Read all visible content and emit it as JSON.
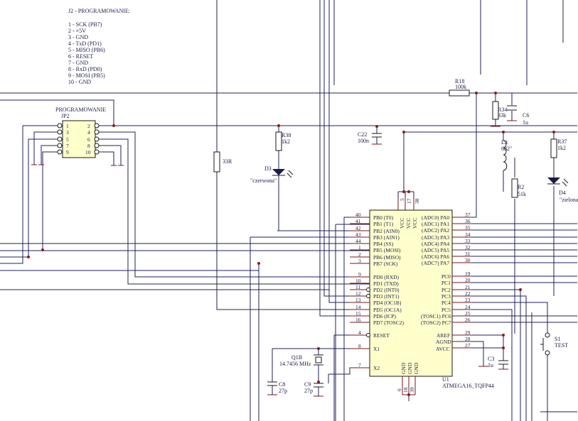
{
  "notes": {
    "title": "J2 - PROGRAMOWANIE:",
    "lines": [
      "1 - SCK (PB7)",
      "2 - +5V",
      "3 - GND",
      "4 - TxD (PD1)",
      "5 - MISO (PB6)",
      "6 - RESET",
      "7 - GND",
      "8 - RxD (PD0)",
      "9 - MOSI (PB5)",
      "10 - GND"
    ]
  },
  "connector": {
    "title": "PROGRAMOWANIE",
    "ref": "JP2",
    "pins_left": [
      "1",
      "3",
      "5",
      "7",
      "9"
    ],
    "pins_right": [
      "2",
      "4",
      "6",
      "8",
      "10"
    ]
  },
  "components": {
    "r18": {
      "ref": "R18",
      "value": "100k"
    },
    "r34": {
      "ref": "R34",
      "value": "33k"
    },
    "c6": {
      "ref": "C6",
      "value": "1u"
    },
    "c22": {
      "ref": "C22",
      "value": "100n"
    },
    "r38": {
      "ref": "R38",
      "value": "1k2"
    },
    "r33": {
      "ref": "33R"
    },
    "d3": {
      "ref": "D3",
      "value": "\"czerwona\""
    },
    "l3": {
      "ref": "L3",
      "value": "682\""
    },
    "r2": {
      "ref": "R2",
      "value": "51k"
    },
    "r37": {
      "ref": "R37",
      "value": "1k2"
    },
    "d4": {
      "ref": "D4",
      "value": "\"zielona"
    },
    "q1b": {
      "ref": "Q1B",
      "value": "14.7456 MHz"
    },
    "c8": {
      "ref": "C8",
      "value": "27p"
    },
    "c9": {
      "ref": "C9",
      "value": "27p"
    },
    "c3": {
      "ref": "C3",
      "value": "1u"
    },
    "s1": {
      "ref": "S1",
      "value": "TEST"
    }
  },
  "mcu": {
    "ref": "U1",
    "part": "ATMEGA16_TQFP44",
    "vcc_pins": [
      "5",
      "17",
      "38"
    ],
    "vcc_labels": [
      "VCC",
      "VCC",
      "VCC"
    ],
    "gnd_pins": [
      "6",
      "18",
      "39"
    ],
    "gnd_labels": [
      "GND",
      "GND",
      "GND"
    ],
    "left_port_b": [
      {
        "num": "40",
        "name": "PB0 (T0)"
      },
      {
        "num": "41",
        "name": "PB1 (T1)"
      },
      {
        "num": "42",
        "name": "PB2 (AIN0)"
      },
      {
        "num": "43",
        "name": "PB3 (AIN1)"
      },
      {
        "num": "44",
        "name": "PB4 (SS)"
      },
      {
        "num": "1",
        "name": "PB5 (MOSI)"
      },
      {
        "num": "2",
        "name": "PB6 (MISO)"
      },
      {
        "num": "3",
        "name": "PB7 (SCK)"
      }
    ],
    "left_port_d": [
      {
        "num": "9",
        "name": "PD0 (RXD)"
      },
      {
        "num": "10",
        "name": "PD1 (TXD)"
      },
      {
        "num": "11",
        "name": "PD2 (INT0)"
      },
      {
        "num": "12",
        "name": "PD3 (INT1)"
      },
      {
        "num": "13",
        "name": "PD4 (OC1B)"
      },
      {
        "num": "14",
        "name": "PD5 (OC1A)"
      },
      {
        "num": "15",
        "name": "PD6 (ICP)"
      },
      {
        "num": "16",
        "name": "PD7 (TOSC2)"
      }
    ],
    "left_misc": [
      {
        "num": "4",
        "name": "RESET"
      },
      {
        "num": "8",
        "name": "X1"
      },
      {
        "num": "7",
        "name": "X2"
      }
    ],
    "right_port_a": [
      {
        "num": "37",
        "name": "(ADC0) PA0"
      },
      {
        "num": "36",
        "name": "(ADC1) PA1"
      },
      {
        "num": "35",
        "name": "(ADC2) PA2"
      },
      {
        "num": "34",
        "name": "(ADC3) PA3"
      },
      {
        "num": "33",
        "name": "(ADC4) PA4"
      },
      {
        "num": "32",
        "name": "(ADC5) PA5"
      },
      {
        "num": "31",
        "name": "(ADC6) PA6"
      },
      {
        "num": "30",
        "name": "(ADC7) PA7"
      }
    ],
    "right_port_c": [
      {
        "num": "19",
        "name": "PC0"
      },
      {
        "num": "20",
        "name": "PC1"
      },
      {
        "num": "21",
        "name": "PC2"
      },
      {
        "num": "22",
        "name": "PC3"
      },
      {
        "num": "23",
        "name": "PC4"
      },
      {
        "num": "24",
        "name": "PC5"
      },
      {
        "num": "25",
        "name": "(TOSC1) PC6"
      },
      {
        "num": "26",
        "name": "(TOSC2) PC7"
      }
    ],
    "right_misc": [
      {
        "num": "29",
        "name": "AREF"
      },
      {
        "num": "28",
        "name": "AGND"
      },
      {
        "num": "27",
        "name": "AVCC"
      }
    ]
  }
}
